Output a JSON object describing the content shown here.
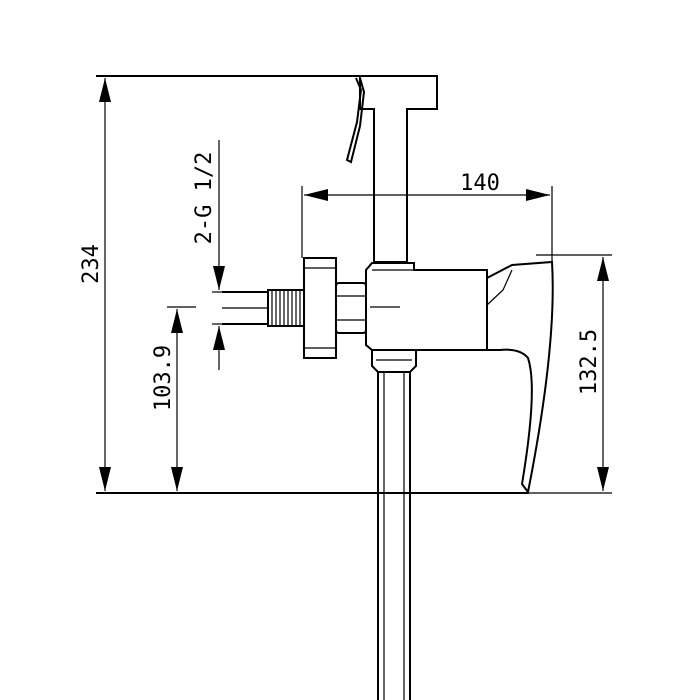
{
  "dimensions": {
    "total_height": "234",
    "outlet_height": "103.9",
    "thread_spec": "2-G 1/2",
    "projection": "140",
    "body_height": "132.5"
  },
  "colors": {
    "line": "#000000",
    "background": "#ffffff"
  }
}
